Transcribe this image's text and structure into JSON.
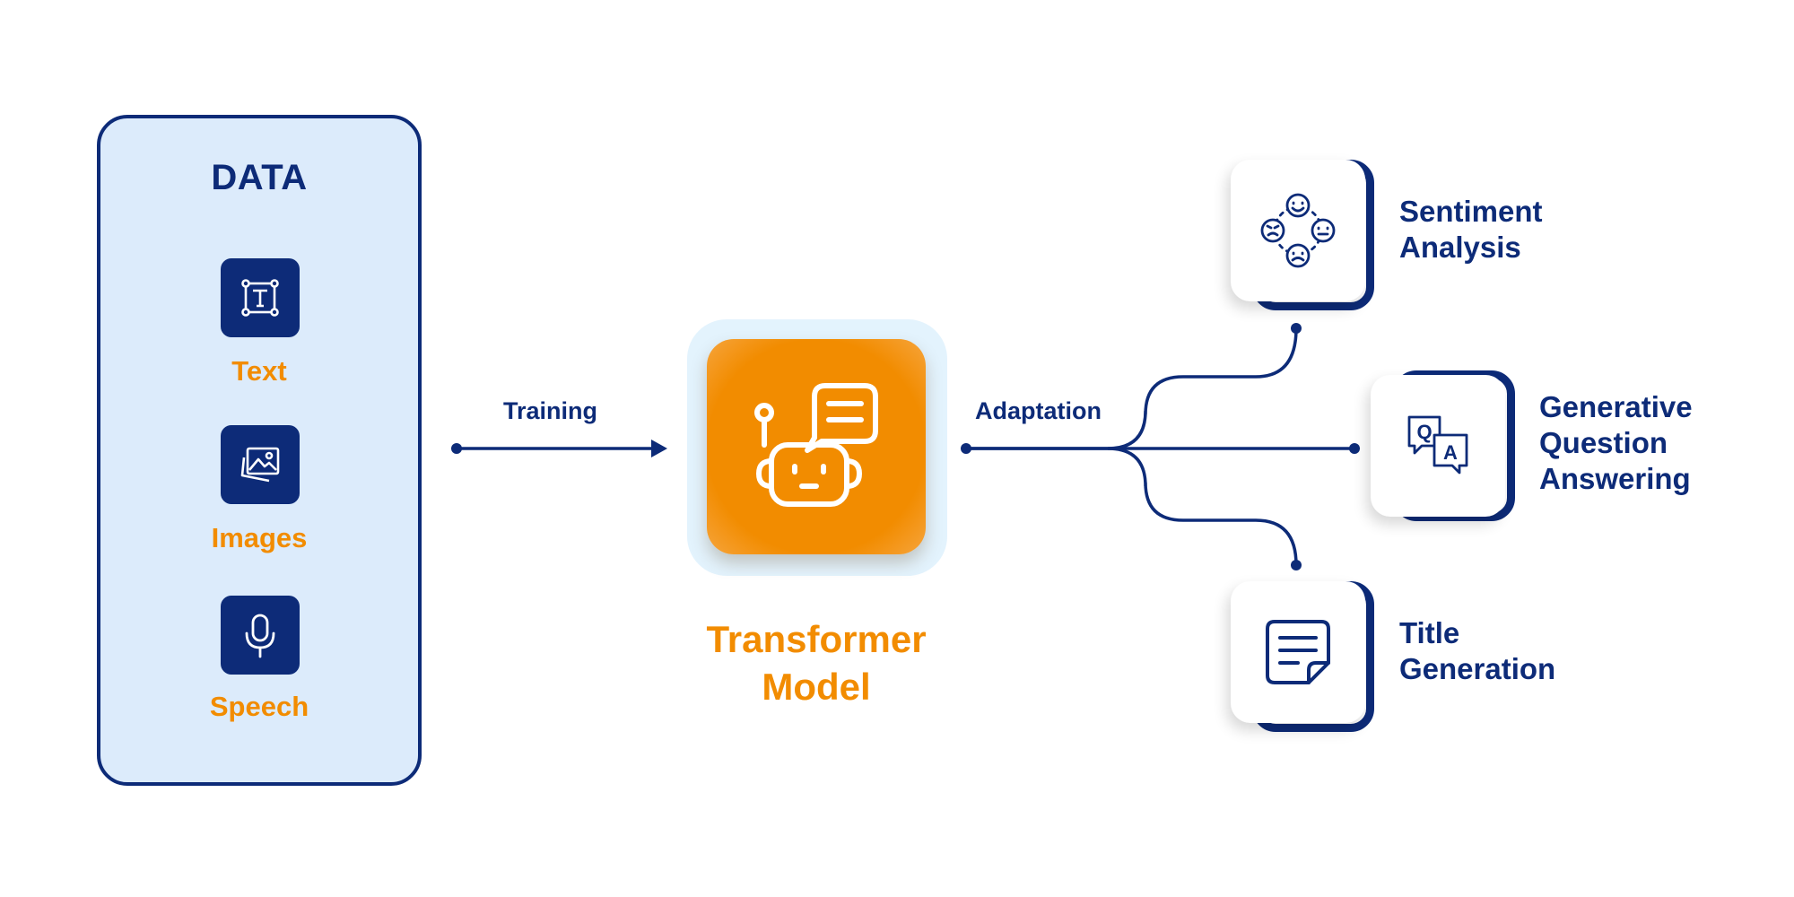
{
  "data_panel": {
    "title": "DATA",
    "items": [
      {
        "label": "Text",
        "icon": "text-icon"
      },
      {
        "label": "Images",
        "icon": "images-icon"
      },
      {
        "label": "Speech",
        "icon": "microphone-icon"
      }
    ]
  },
  "edges": {
    "training": "Training",
    "adaptation": "Adaptation"
  },
  "model": {
    "label_line1": "Transformer",
    "label_line2": "Model",
    "icon": "robot-chat-icon"
  },
  "tasks": [
    {
      "line1": "Sentiment",
      "line2": "Analysis",
      "icon": "emotion-faces-icon"
    },
    {
      "line1": "Generative",
      "line2": "Question",
      "line3": "Answering",
      "icon": "qa-chat-icon"
    },
    {
      "line1": "Title",
      "line2": "Generation",
      "icon": "note-icon"
    }
  ],
  "colors": {
    "navy": "#0d2b78",
    "orange": "#f28c00",
    "panel": "#dcebfb",
    "halo": "#e3f3fd"
  }
}
